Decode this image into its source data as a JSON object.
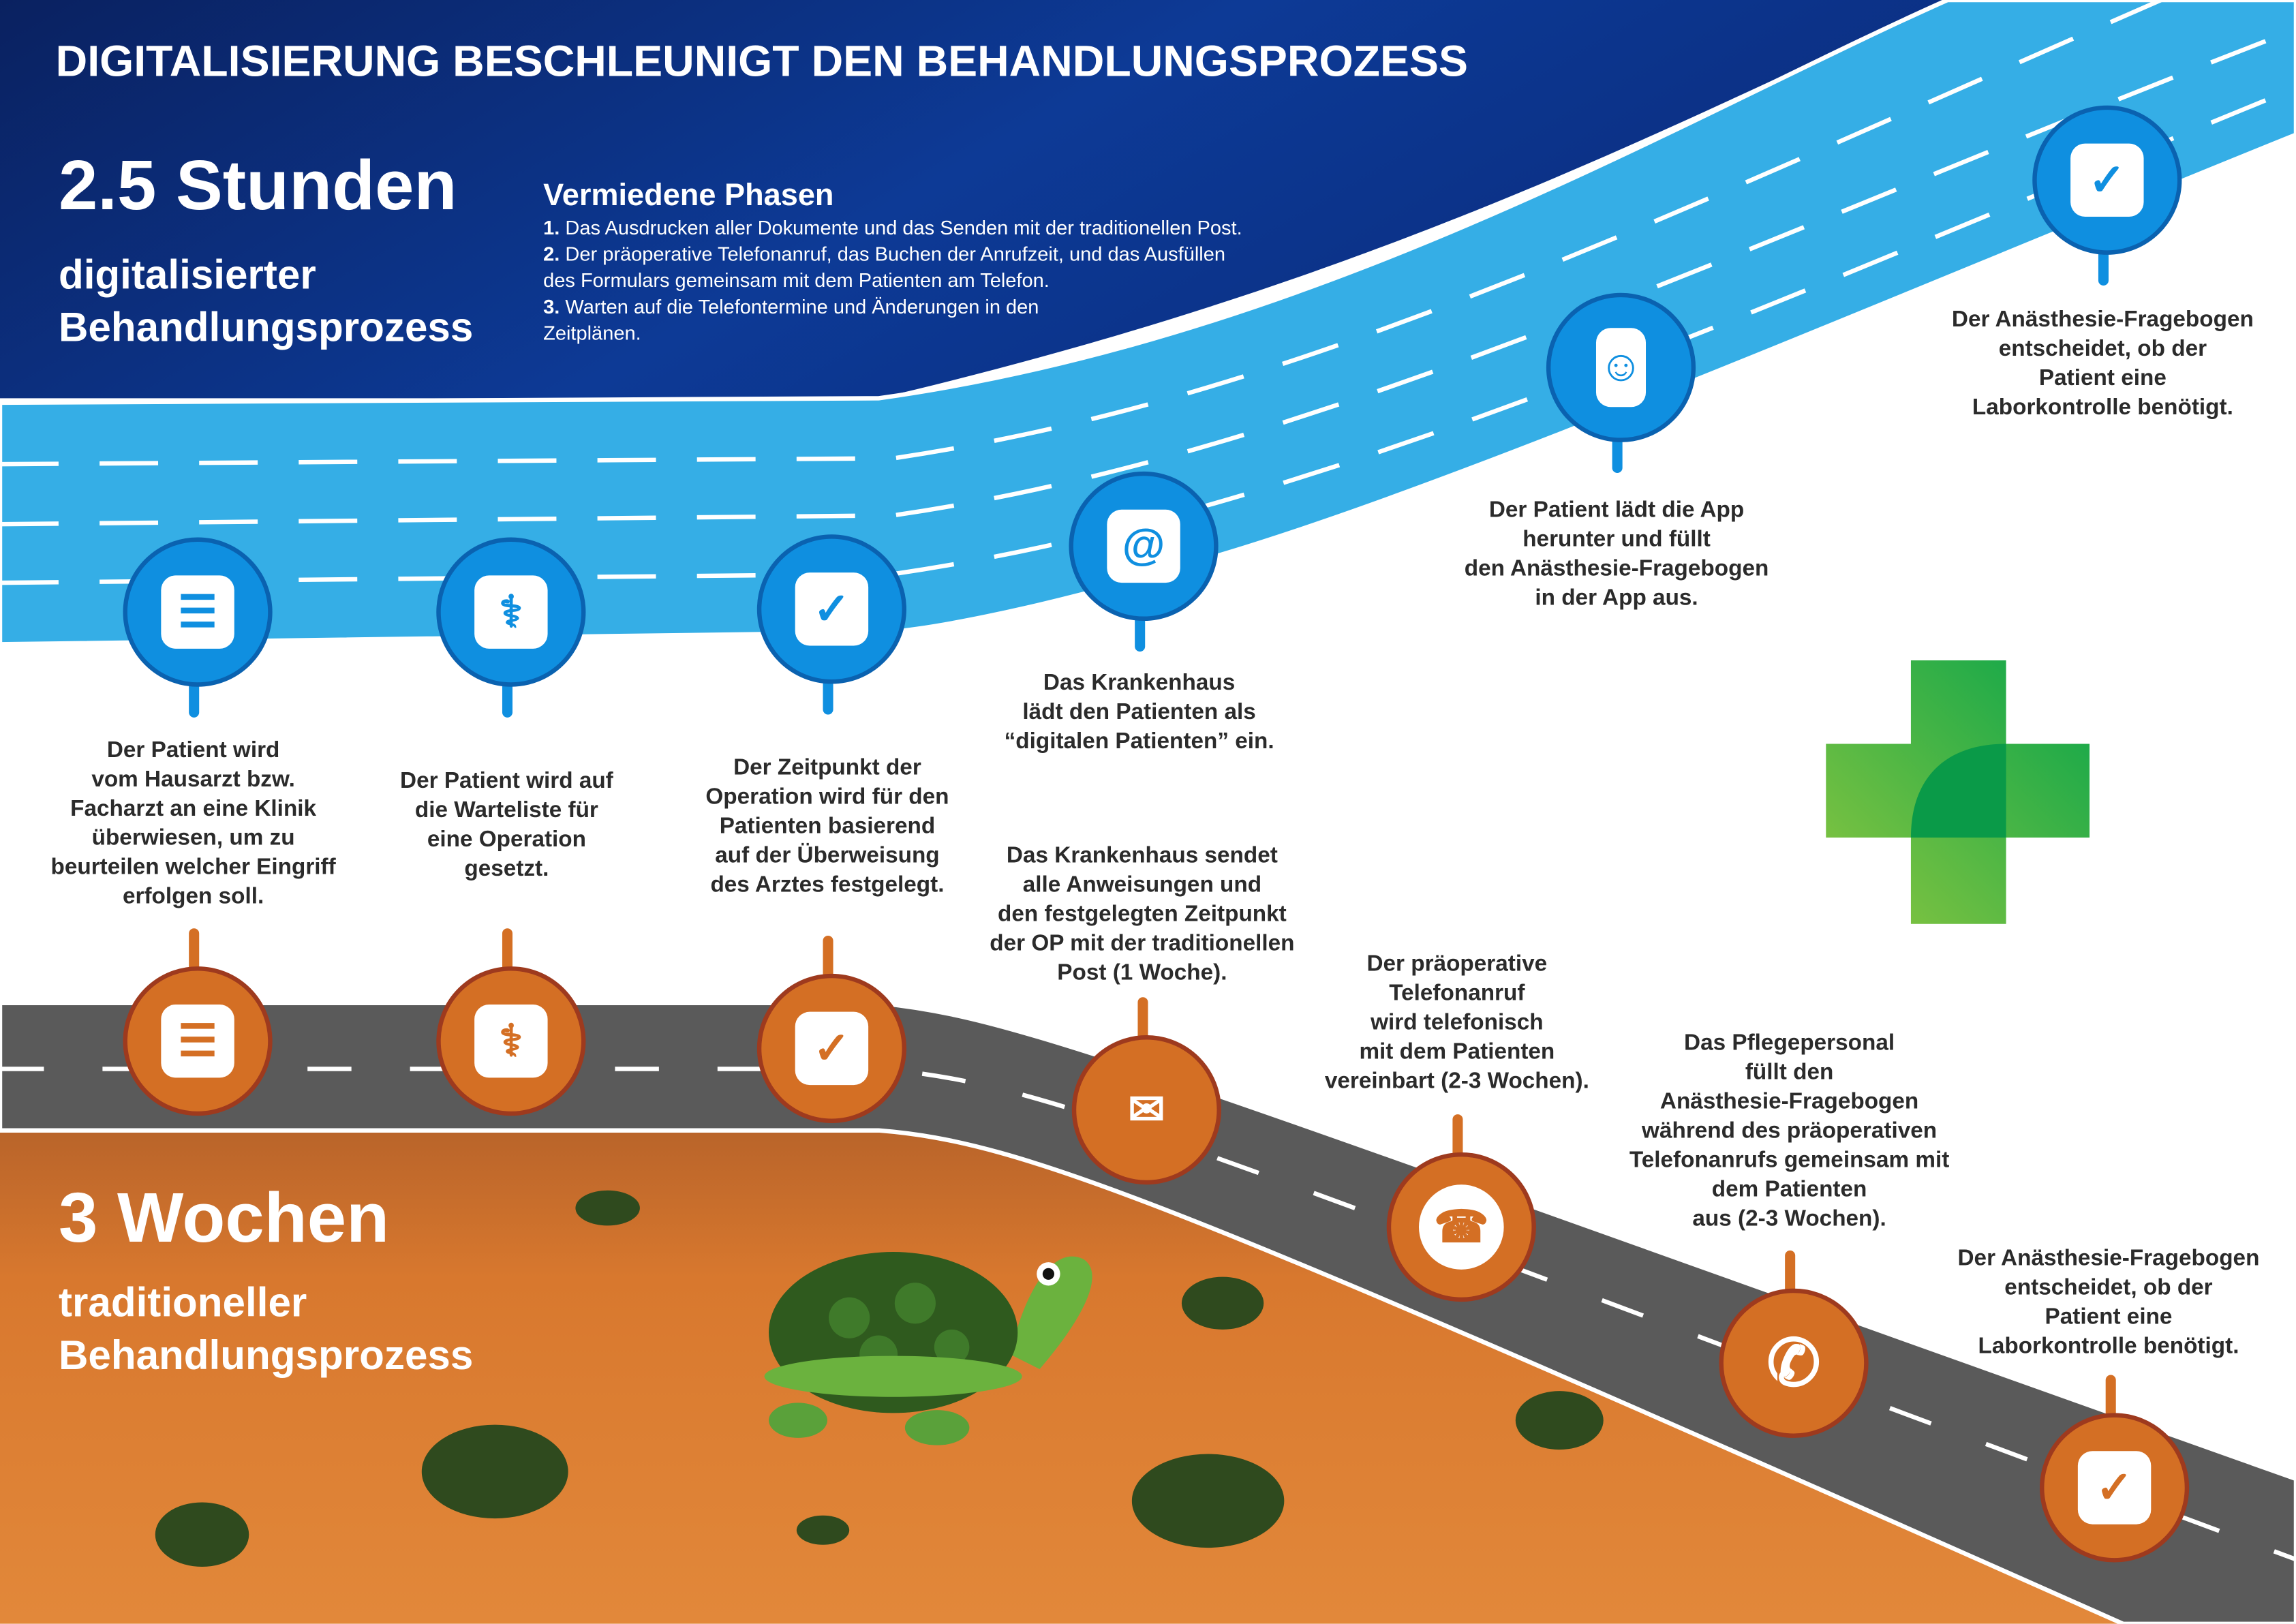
{
  "title": "DIGITALISIERUNG BESCHLEUNIGT DEN BEHANDLUNGSPROZESS",
  "digital": {
    "duration": "2.5 Stunden",
    "label": "digitalisierter\nBehandlungsprozess",
    "avoided_title": "Vermiedene Phasen",
    "avoided": [
      {
        "num": "1.",
        "text": "Das Ausdrucken aller Dokumente und das Senden mit der traditionellen Post."
      },
      {
        "num": "2.",
        "text": "Der präoperative Telefonanruf, das Buchen der Anrufzeit, und das Ausfüllen des Formulars gemeinsam mit dem Patienten am Telefon."
      },
      {
        "num": "3.",
        "text": "Warten auf die Telefontermine und Änderungen in den Zeitplänen."
      }
    ],
    "steps": [
      {
        "icon": "clipboard-icon",
        "text": "Der Patient wird\nvom Hausarzt bzw.\nFacharzt an eine Klinik\nüberwiesen, um zu\nbeurteilen welcher Eingriff\nerfolgen soll."
      },
      {
        "icon": "doctor-icon",
        "text": "Der Patient wird auf\ndie Warteliste für\neine Operation\ngesetzt."
      },
      {
        "icon": "calendar-icon",
        "text": "Der Zeitpunkt der\nOperation wird für den\nPatienten basierend\nauf der Überweisung\ndes Arztes festgelegt."
      },
      {
        "icon": "email-icon",
        "text": "Das Krankenhaus\nlädt den Patienten als\n“digitalen Patienten” ein."
      },
      {
        "icon": "mobile-app-icon",
        "text": "Der Patient lädt die App\nherunter und füllt\nden Anästhesie-Fragebogen\nin der App aus."
      },
      {
        "icon": "calendar-icon",
        "text": "Der Anästhesie-Fragebogen\nentscheidet, ob der\nPatient eine\nLaborkontrolle benötigt."
      }
    ]
  },
  "traditional": {
    "duration": "3 Wochen",
    "label": "traditioneller\nBehandlungsprozess",
    "steps": [
      {
        "icon": "clipboard-icon"
      },
      {
        "icon": "doctor-icon"
      },
      {
        "icon": "calendar-icon"
      },
      {
        "icon": "mailbox-icon",
        "text": "Das Krankenhaus sendet\nalle Anweisungen und\nden festgelegten Zeitpunkt\nder OP mit der traditionellen\nPost (1 Woche)."
      },
      {
        "icon": "phone-book-icon",
        "text": "Der präoperative\nTelefonanruf\nwird telefonisch\nmit dem Patienten\nvereinbart (2-3 Wochen)."
      },
      {
        "icon": "phone-icon",
        "text": "Das Pflegepersonal\nfüllt den\nAnästhesie-Fragebogen\nwährend des präoperativen\nTelefonanrufs gemeinsam mit\ndem Patienten\naus (2-3 Wochen)."
      },
      {
        "icon": "calendar-icon",
        "text": "Der Anästhesie-Fragebogen\nentscheidet, ob der\nPatient eine\nLaborkontrolle benötigt."
      }
    ]
  },
  "colors": {
    "navy": "#0a2a6e",
    "road_blue": "#35aee6",
    "pin_blue": "#0f8fe0",
    "road_gray": "#5a5a5a",
    "pin_orange": "#d46f24",
    "desert": "#d8782e",
    "cross_green": "#1fae4b"
  }
}
